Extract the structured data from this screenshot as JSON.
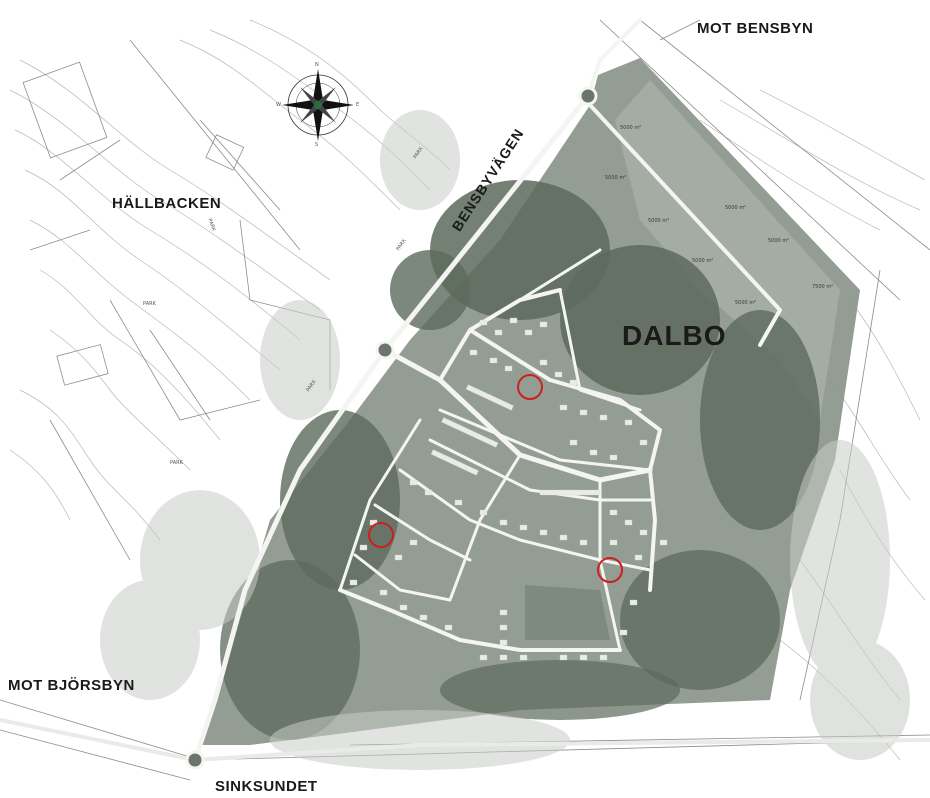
{
  "labels": {
    "mot_bensbyn": "MOT BENSBYN",
    "hallbacken": "HÄLLBACKEN",
    "bensbyvagen": "BENSBYVÄGEN",
    "dalbo": "DALBO",
    "mot_bjorsbyn": "MOT BJÖRSBYN",
    "sinksundet": "SINKSUNDET"
  },
  "park_labels": [
    "PARK",
    "PARK",
    "PARK",
    "PARK",
    "PARK",
    "PARK"
  ],
  "compass": {
    "n": "N",
    "s": "S",
    "e": "E",
    "w": "W"
  },
  "lot_areas": [
    "5000 m²",
    "5000 m²",
    "5000 m²",
    "5000 m²",
    "5000 m²",
    "5000 m²",
    "7500 m²",
    "5000 m²"
  ],
  "colors": {
    "background": "#ffffff",
    "development_area": "#8b958a",
    "forest": "#5d6a5d",
    "road": "#f4f5f2",
    "marker": "#cc1f1f",
    "linework": "#9a9a9a"
  },
  "markers": [
    "highlight-marker",
    "highlight-marker",
    "highlight-marker"
  ]
}
